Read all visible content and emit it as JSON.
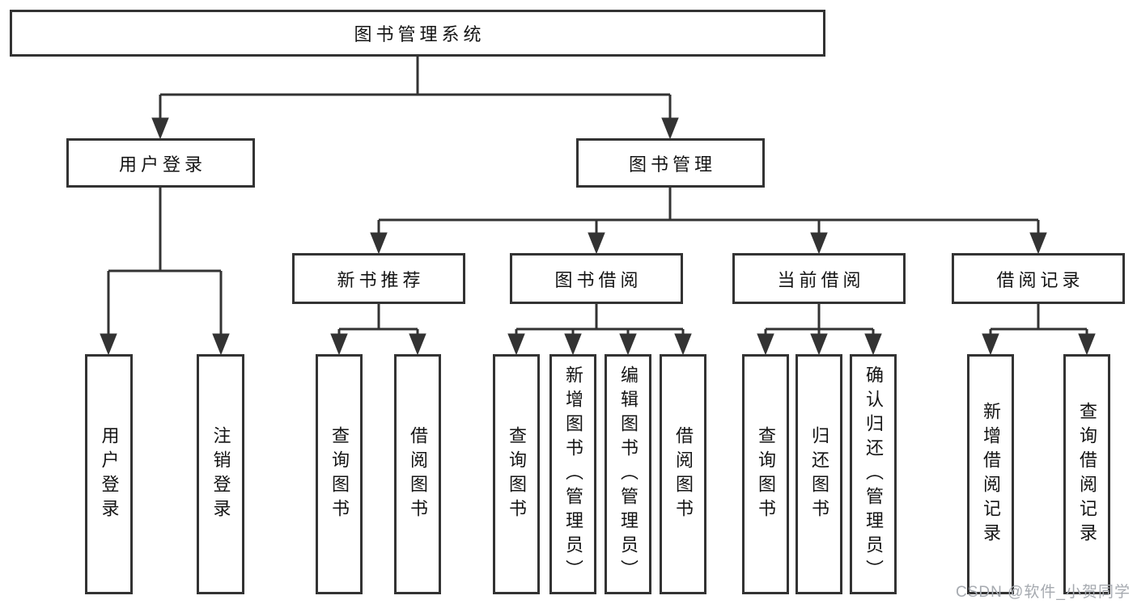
{
  "tree": {
    "label": "图书管理系统",
    "children": [
      {
        "label": "用户登录",
        "children": [
          {
            "label": "用户登录"
          },
          {
            "label": "注销登录"
          }
        ]
      },
      {
        "label": "图书管理",
        "children": [
          {
            "label": "新书推荐",
            "children": [
              {
                "label": "查询图书"
              },
              {
                "label": "借阅图书"
              }
            ]
          },
          {
            "label": "图书借阅",
            "children": [
              {
                "label": "查询图书"
              },
              {
                "label": "新增图书（管理员）"
              },
              {
                "label": "编辑图书（管理员）"
              },
              {
                "label": "借阅图书"
              }
            ]
          },
          {
            "label": "当前借阅",
            "children": [
              {
                "label": "查询图书"
              },
              {
                "label": "归还图书"
              },
              {
                "label": "确认归还（管理员）"
              }
            ]
          },
          {
            "label": "借阅记录",
            "children": [
              {
                "label": "新增借阅记录"
              },
              {
                "label": "查询借阅记录"
              }
            ]
          }
        ]
      }
    ]
  },
  "watermark": "CSDN @软件_小贺同学",
  "colors": {
    "line": "#333333",
    "text": "#141414",
    "watermark": "#a6aab0",
    "background": "#ffffff"
  }
}
